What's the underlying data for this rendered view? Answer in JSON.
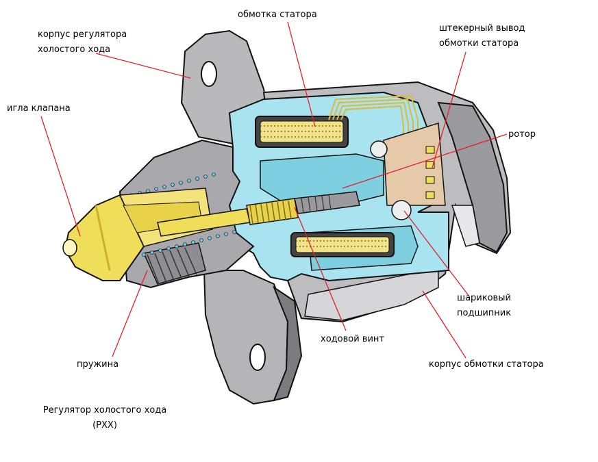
{
  "labels": {
    "body": [
      "корпус регулятора",
      "холостого хода"
    ],
    "stator_winding": "обмотка статора",
    "connector": [
      "штекерный вывод",
      "обмотки статора"
    ],
    "needle": "игла клапана",
    "rotor": "ротор",
    "spring": "пружина",
    "ball_bearing": [
      "шариковый",
      "подшипник"
    ],
    "lead_screw": "ходовой винт",
    "stator_housing": "корпус обмотки статора",
    "caption": [
      "Регулятор холостого хода",
      "(РХХ)"
    ]
  },
  "colors": {
    "leader": "#e0202a",
    "metal": "#b8b8ba",
    "metal_dark": "#6e6e72",
    "cutaway": "#a8e3ef",
    "brass": "#f0dd5a",
    "brass_dark": "#c9b12c",
    "copper": "#e6c9a8",
    "outline": "#111111"
  }
}
